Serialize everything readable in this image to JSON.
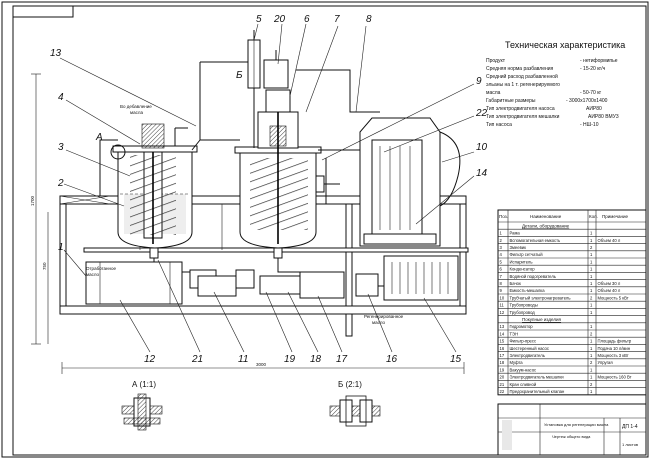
{
  "tech": {
    "title": "Техническая характеристика",
    "lines": [
      {
        "label": "Продукт",
        "value": "- нетиформипье"
      },
      {
        "label": "Средняя норма разбавления",
        "value": "- 15-20 кг/ч"
      },
      {
        "label": "Средний расход разбавленной",
        "value": ""
      },
      {
        "label": "эльаны на 1 т. регенерируемого",
        "value": ""
      },
      {
        "label": "масла",
        "value": "- 50-70 кг"
      },
      {
        "label": "Габаритные размеры",
        "value": "- 3000x1700x1400"
      },
      {
        "label": "Тип электродвигателя насоса",
        "value": "АИР80"
      },
      {
        "label": "Тип электродвигателя мешалки",
        "value": "АИР80 ВМУ3"
      },
      {
        "label": "Тип насоса",
        "value": "- НШ-10"
      }
    ]
  },
  "callouts": {
    "top": [
      "5",
      "20",
      "6",
      "7",
      "8"
    ],
    "left": [
      "13",
      "4",
      "A",
      "3",
      "2",
      "1"
    ],
    "right": [
      "9",
      "22",
      "10",
      "14"
    ],
    "bottom": [
      "12",
      "21",
      "11",
      "19",
      "18",
      "17",
      "16",
      "15"
    ],
    "letter_b": "Б"
  },
  "notes": {
    "to_water": "Во дебавление",
    "to_water2": "масла",
    "from_oil": "Отработанное",
    "from_oil2": "масло",
    "regen": "Регенерированное",
    "regen2": "масло"
  },
  "dimensions": {
    "bottom": "3000",
    "left_outer": "1700",
    "left_inner": "750"
  },
  "details": {
    "a": "А (1:1)",
    "b": "Б (2:1)"
  },
  "spec": {
    "headers": [
      "Поз.",
      "Наименование",
      "Кол.",
      "Примечание"
    ],
    "section1": "Детали, оборудование",
    "section2": "Покупные изделия",
    "rows1": [
      {
        "pos": "1",
        "name": "Рама",
        "qty": "1",
        "note": ""
      },
      {
        "pos": "2",
        "name": "Вспомогательная емкость",
        "qty": "1",
        "note": "Объем 40 л"
      },
      {
        "pos": "3",
        "name": "Змеевик",
        "qty": "2",
        "note": ""
      },
      {
        "pos": "4",
        "name": "Фильтр сетчатый",
        "qty": "1",
        "note": ""
      },
      {
        "pos": "5",
        "name": "Испаритель",
        "qty": "1",
        "note": ""
      },
      {
        "pos": "6",
        "name": "Конденсатор",
        "qty": "1",
        "note": ""
      },
      {
        "pos": "7",
        "name": "Водяной подогреватель",
        "qty": "1",
        "note": ""
      },
      {
        "pos": "8",
        "name": "Бачок",
        "qty": "1",
        "note": "Объем 30 л"
      },
      {
        "pos": "9",
        "name": "Емкость-мешалка",
        "qty": "1",
        "note": "Объем 40 л"
      },
      {
        "pos": "10",
        "name": "Трубчатый электронагреватель",
        "qty": "2",
        "note": "Мощность 5 кВт"
      },
      {
        "pos": "11",
        "name": "Трубопроводы",
        "qty": "1",
        "note": ""
      },
      {
        "pos": "12",
        "name": "Трубопровод",
        "qty": "1",
        "note": ""
      }
    ],
    "rows2": [
      {
        "pos": "13",
        "name": "Гидромотор",
        "qty": "1",
        "note": ""
      },
      {
        "pos": "14",
        "name": "ТЭН",
        "qty": "2",
        "note": ""
      },
      {
        "pos": "15",
        "name": "Фильтр-пресс",
        "qty": "1",
        "note": "Площадь фильтр"
      },
      {
        "pos": "16",
        "name": "Шестеренный насос",
        "qty": "1",
        "note": "Подача 10 л/мин"
      },
      {
        "pos": "17",
        "name": "Электродвигатель",
        "qty": "1",
        "note": "Мощность 3 кВт"
      },
      {
        "pos": "18",
        "name": "Муфта",
        "qty": "2",
        "note": "Упругая"
      },
      {
        "pos": "19",
        "name": "Вакуум-насос",
        "qty": "1",
        "note": ""
      },
      {
        "pos": "20",
        "name": "Электродвигатель мешалки",
        "qty": "1",
        "note": "Мощность 160 Вт"
      },
      {
        "pos": "21",
        "name": "Кран сливной",
        "qty": "2",
        "note": ""
      },
      {
        "pos": "22",
        "name": "Предохранительный клапан",
        "qty": "1",
        "note": ""
      }
    ]
  },
  "stamp": {
    "title": "Установка для регенерации масла",
    "subtitle": "Чертеж общего вида",
    "code": "ДП 1-4",
    "sheet": "1 листов"
  }
}
